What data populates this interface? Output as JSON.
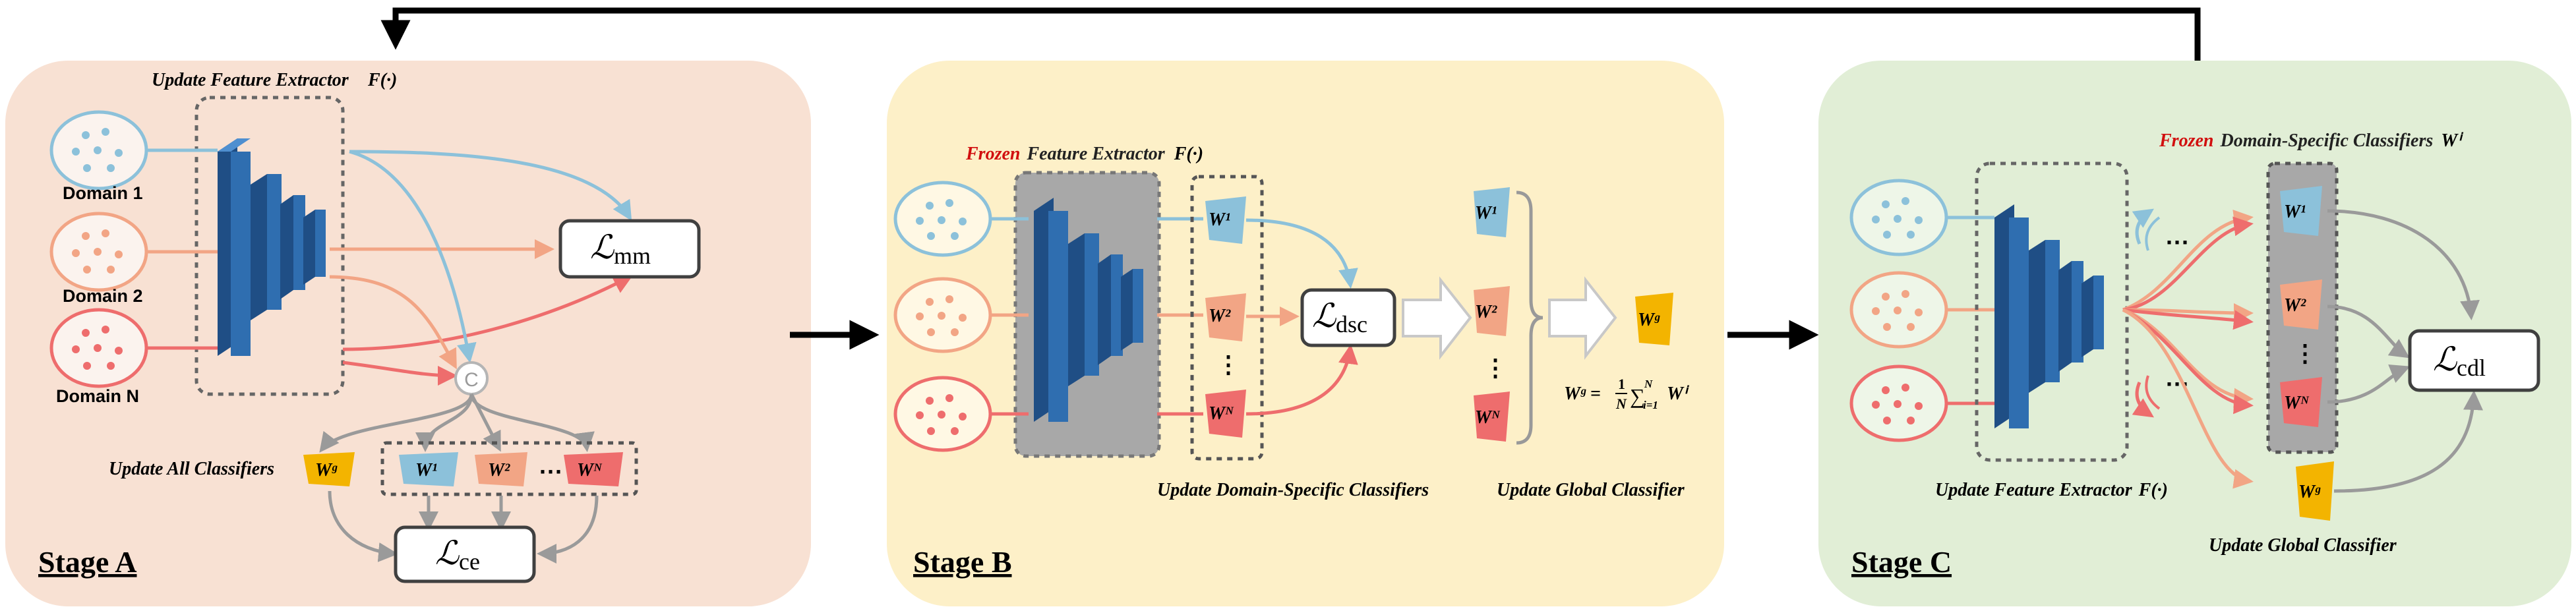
{
  "stages": {
    "a": {
      "title": "Stage A",
      "caption_top": "Update Feature Extractor",
      "fx": "F(·)",
      "domains": [
        "Domain 1",
        "Domain 2",
        "Domain N"
      ],
      "loss_mm": "mm",
      "loss_ce": "ce",
      "concat": "C",
      "caption_classifiers": "Update All Classifiers",
      "classifiers": [
        "W¹",
        "W²",
        "Wᴺ"
      ],
      "global": "Wᵍ",
      "ellipsis": "···"
    },
    "b": {
      "title": "Stage B",
      "frozen_word": "Frozen",
      "caption_top": "Feature Extractor",
      "fx": "F(·)",
      "classifiers": [
        "W¹",
        "W²",
        "Wᴺ"
      ],
      "loss_dsc": "dsc",
      "global": "Wᵍ",
      "formula_lhs": "Wᵍ =",
      "formula_frac_num": "1",
      "formula_frac_den": "N",
      "formula_sum": "∑",
      "formula_sum_top": "N",
      "formula_sum_bottom": "i=1",
      "formula_rhs": "Wⁱ",
      "caption_dsc": "Update Domain-Specific Classifiers",
      "caption_global": "Update Global Classifier",
      "vdots": "⋮"
    },
    "c": {
      "title": "Stage C",
      "frozen_word": "Frozen",
      "caption_top": "Domain-Specific Classifiers",
      "caption_top_w": "Wⁱ",
      "classifiers": [
        "W¹",
        "W²",
        "Wᴺ"
      ],
      "global": "Wᵍ",
      "loss_cdl": "cdl",
      "caption_fx": "Update Feature Extractor",
      "fx": "F(·)",
      "caption_global": "Update Global Classifier",
      "ellipsis": "···",
      "vdots": "⋮"
    }
  },
  "colors": {
    "stage_a_bg": "#f8e1d3",
    "stage_b_bg": "#fdf0c8",
    "stage_c_bg": "#e1eed6",
    "domain1": "#8cc1da",
    "domain2": "#f2a585",
    "domainN": "#ee6d6d",
    "block": "#2f6eb0",
    "global": "#f3b400",
    "loss_border": "#404040",
    "frozen_text": "#d10f0f"
  }
}
